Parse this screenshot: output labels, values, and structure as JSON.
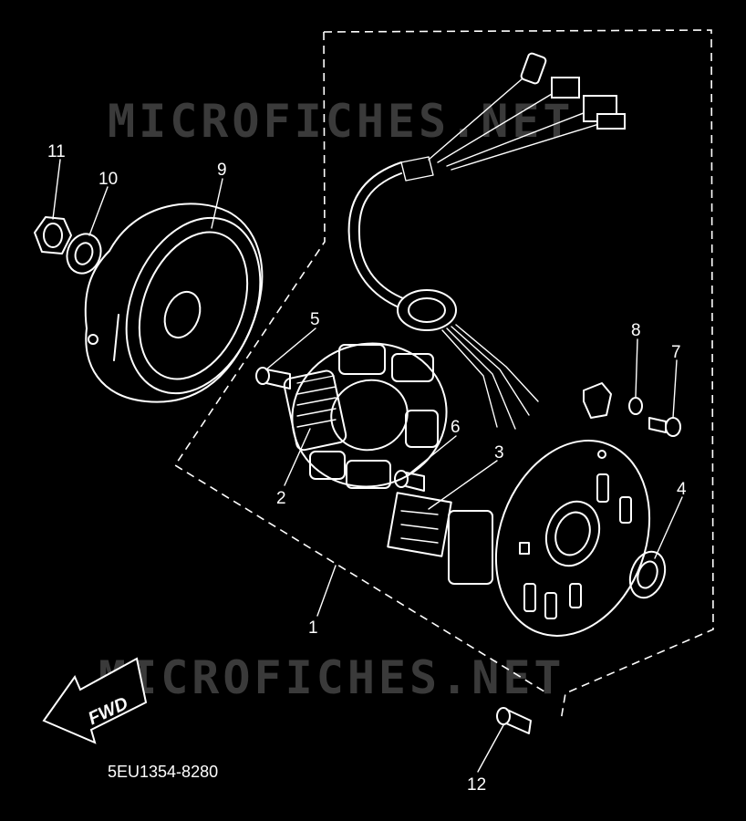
{
  "watermark": {
    "text": "MICROFICHES.NET"
  },
  "diagram": {
    "part_code": "5EU1354-8280",
    "direction_label": "FWD",
    "callouts": [
      {
        "id": "1",
        "label": "1"
      },
      {
        "id": "2",
        "label": "2"
      },
      {
        "id": "3",
        "label": "3"
      },
      {
        "id": "4",
        "label": "4"
      },
      {
        "id": "5",
        "label": "5"
      },
      {
        "id": "6",
        "label": "6"
      },
      {
        "id": "7",
        "label": "7"
      },
      {
        "id": "8",
        "label": "8"
      },
      {
        "id": "9",
        "label": "9"
      },
      {
        "id": "10",
        "label": "10"
      },
      {
        "id": "11",
        "label": "11"
      },
      {
        "id": "12",
        "label": "12"
      }
    ]
  },
  "colors": {
    "background": "#000000",
    "ink": "#ffffff",
    "watermark": "#3a3a3a"
  }
}
